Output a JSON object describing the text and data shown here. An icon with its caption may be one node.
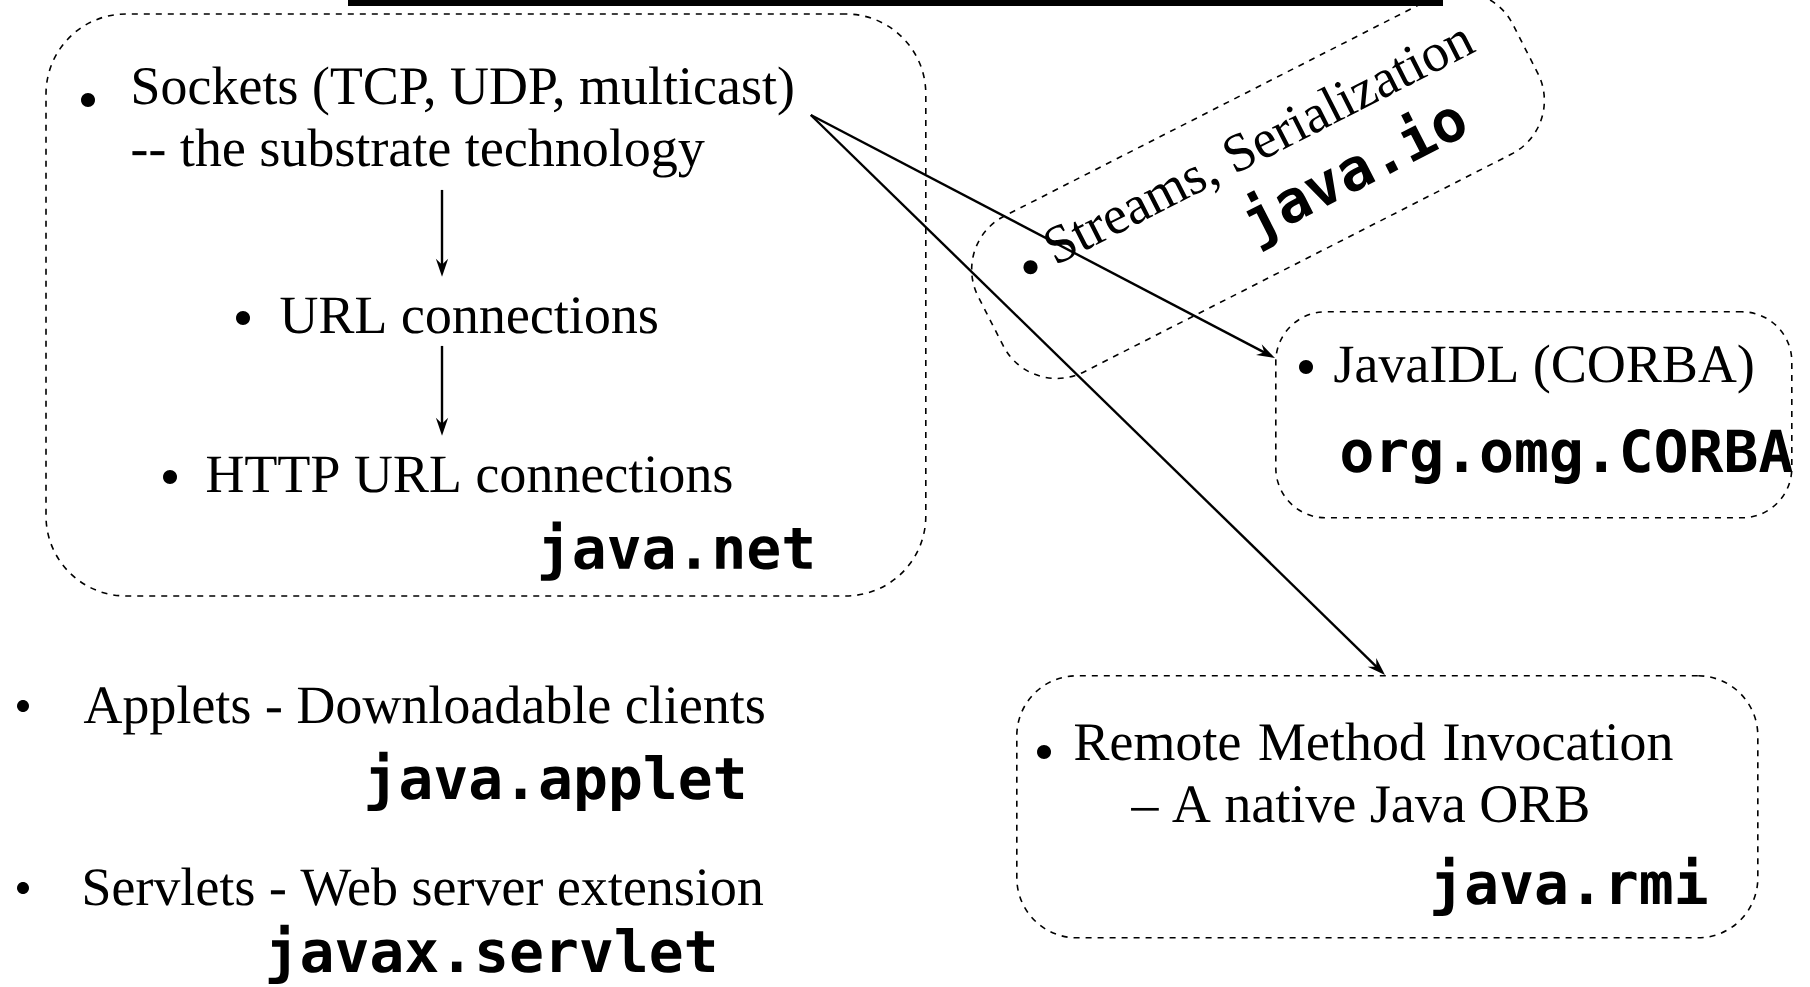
{
  "diagram": {
    "nodes": [
      {
        "text": [
          "java.net"
        ]
      },
      {
        "text": [
          "Sockets (TCP, UDP, multicast) -- the substrate technology"
        ],
        "in": 0
      },
      {
        "text": [
          "URL connections"
        ],
        "in": 0
      },
      {
        "text": [
          "HTTP URL connections"
        ],
        "in": 0
      },
      {
        "text": [
          "Streams, Serialization",
          "java.io"
        ]
      },
      {
        "text": [
          "JavaIDL (CORBA)",
          "org.omg.CORBA"
        ]
      },
      {
        "text": [
          "Remote Method Invocation – A native Java ORB",
          "java.rmi"
        ]
      }
    ],
    "edges": [
      {
        "from": 1,
        "to": 2,
        "arrow": "to"
      },
      {
        "from": 2,
        "to": 3,
        "arrow": "to"
      },
      {
        "from": 1,
        "to": 5,
        "arrow": "to"
      },
      {
        "from": 1,
        "to": 6,
        "arrow": "to"
      }
    ],
    "labels": [
      "Applets - Downloadable clients",
      "java.applet",
      "Servlets - Web server extension",
      "javax.servlet"
    ]
  }
}
